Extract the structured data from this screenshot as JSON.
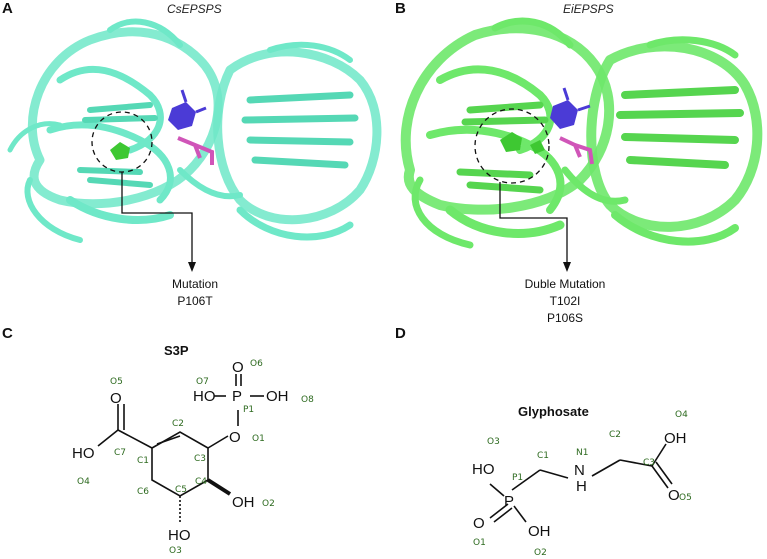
{
  "panels": {
    "a": {
      "letter": "A",
      "title": "CsEPSPS",
      "mutation_heading": "Mutation",
      "mutations": [
        "P106T"
      ]
    },
    "b": {
      "letter": "B",
      "title": "EiEPSPS",
      "mutation_heading": "Duble Mutation",
      "mutations": [
        "T102I",
        "P106S"
      ]
    },
    "c": {
      "letter": "C",
      "title": "S3P",
      "atom_labels": [
        "O5",
        "O7",
        "O6",
        "O8",
        "P1",
        "C2",
        "O1",
        "C7",
        "C1",
        "C3",
        "O4",
        "C6",
        "C5",
        "C4",
        "O2",
        "O3"
      ],
      "groups": {
        "p_center": "P",
        "oh_left": "HO",
        "oh_right": "OH",
        "o_top": "O",
        "o_link": "O",
        "carbonyl": "O",
        "cooh": "HO",
        "c4_oh": "OH",
        "c5_oh": "HO"
      }
    },
    "d": {
      "letter": "D",
      "title": "Glyphosate",
      "atom_labels": [
        "O4",
        "O3",
        "C1",
        "N1",
        "C2",
        "C3",
        "P1",
        "O5",
        "O1",
        "O2"
      ],
      "groups": {
        "oh_top": "OH",
        "p_oh": "HO",
        "p_center": "P",
        "nh_n": "N",
        "nh_h": "H",
        "p_o": "O",
        "p_oh2": "OH",
        "carbonyl": "O"
      }
    }
  },
  "colors": {
    "protein_a": "#6fe8c8",
    "protein_b": "#6ee86a",
    "ligand_blue": "#4b3bd6",
    "ligand_pink": "#d055b8",
    "ligand_green": "#3ec832",
    "atom_label": "#2d6a1f"
  }
}
